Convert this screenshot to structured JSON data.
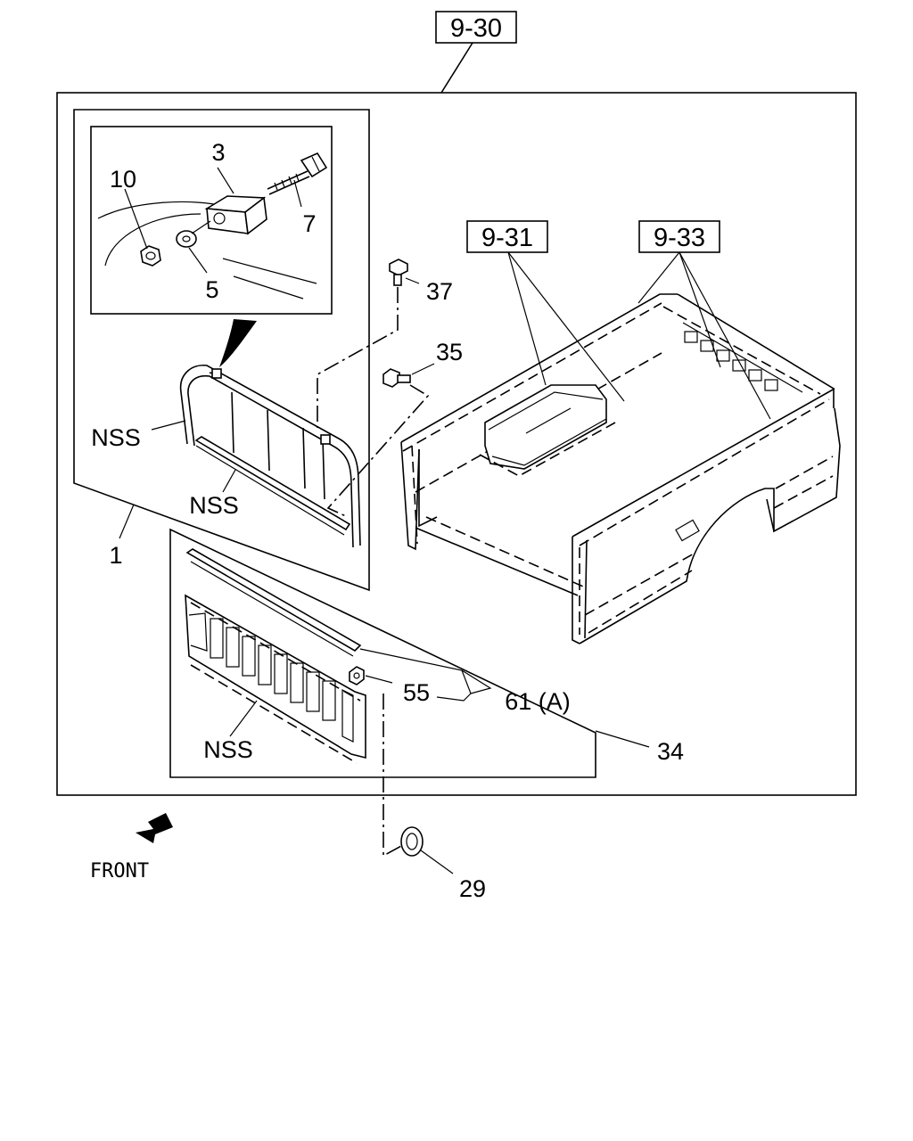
{
  "references": {
    "main": "9-30",
    "bed_ref_a": "9-31",
    "bed_ref_b": "9-33"
  },
  "callouts": {
    "p3": "3",
    "p10": "10",
    "p7": "7",
    "p5": "5",
    "p37": "37",
    "p35": "35",
    "p1": "1",
    "p55": "55",
    "p61": "61 (A)",
    "p34": "34",
    "p29": "29",
    "nss_rack": "NSS",
    "nss_bar": "NSS",
    "nss_panel": "NSS"
  },
  "direction": {
    "label": "FRONT",
    "icon": "front-arrow-icon"
  }
}
